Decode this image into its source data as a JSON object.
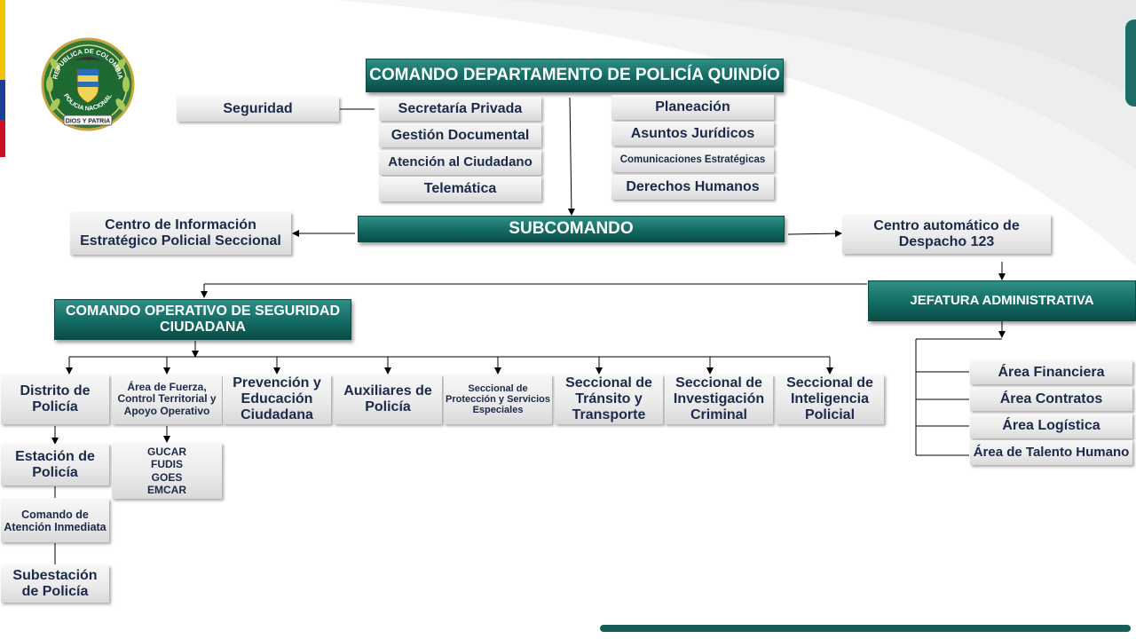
{
  "header": {
    "title": "COMANDO DEPARTAMENTO DE POLICÍA QUINDÍO"
  },
  "emblem": {
    "top_text": "REPUBLICA DE COLOMBIA",
    "middle_text": "POLICIA NACIONAL",
    "motto": "DIOS Y PATRIA",
    "colors": {
      "ring": "#1f7a3a",
      "border": "#c7a43a"
    }
  },
  "staff": {
    "seguridad": "Seguridad",
    "left_column": [
      "Secretaría Privada",
      "Gestión Documental",
      "Atención al Ciudadano",
      "Telemática"
    ],
    "right_column": [
      "Planeación",
      "Asuntos Jurídicos",
      "Comunicaciones Estratégicas",
      "Derechos Humanos"
    ]
  },
  "subcomando": {
    "title": "SUBCOMANDO",
    "left_unit": "Centro de Información Estratégico Policial Seccional",
    "right_unit": "Centro automático de Despacho 123"
  },
  "operativo": {
    "title": "COMANDO OPERATIVO DE SEGURIDAD CIUDADANA",
    "units": [
      "Distrito de Policía",
      "Área de Fuerza, Control Territorial y Apoyo Operativo",
      "Prevención y Educación Ciudadana",
      "Auxiliares de Policía",
      "Seccional de Protección y Servicios Especiales",
      "Seccional de Tránsito y Transporte",
      "Seccional de Investigación Criminal",
      "Seccional de Inteligencia Policial"
    ],
    "distrito_children": [
      "Estación de Policía",
      "Comando de Atención Inmediata",
      "Subestación de Policía"
    ],
    "fuerza_children": [
      "GUCAR",
      "FUDIS",
      "GOES",
      "EMCAR"
    ]
  },
  "administrativa": {
    "title": "JEFATURA ADMINISTRATIVA",
    "areas": [
      "Área Financiera",
      "Área Contratos",
      "Área Logística",
      "Área de Talento Humano"
    ]
  },
  "colors": {
    "primary_green": "#136b63",
    "box_text": "#1b2a4a",
    "flag_yellow": "#f5c400",
    "flag_blue": "#1a3f95",
    "flag_red": "#ce1126"
  }
}
